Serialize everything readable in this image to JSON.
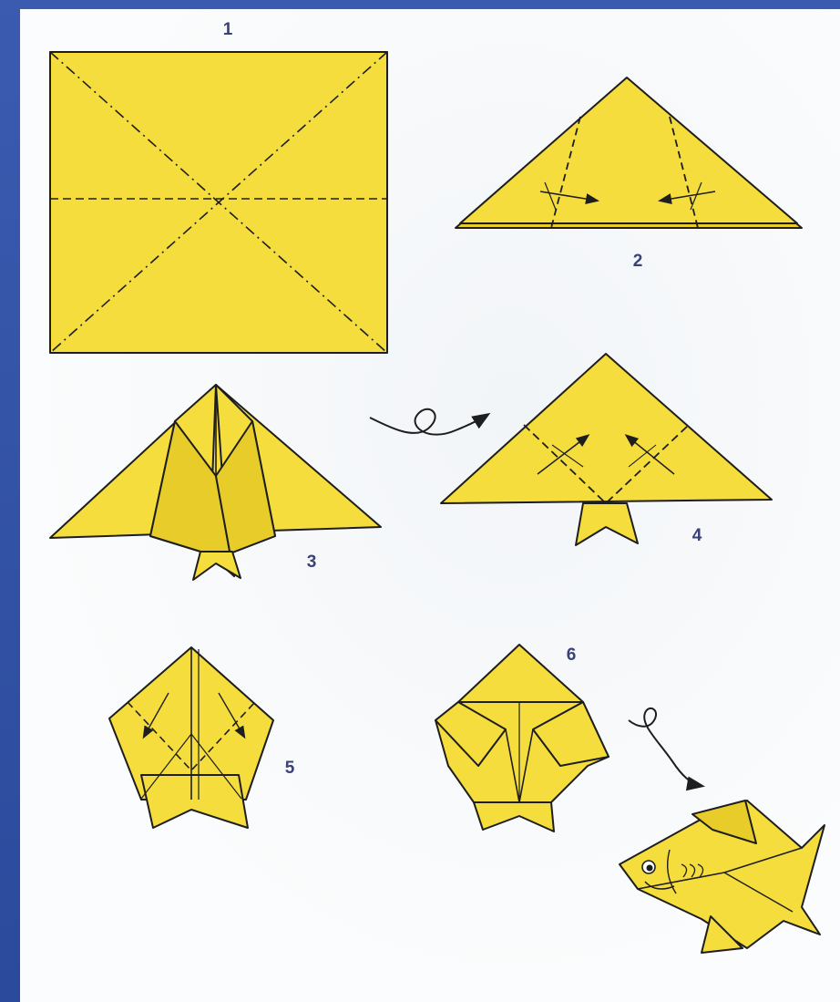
{
  "steps": [
    {
      "number": "1"
    },
    {
      "number": "2"
    },
    {
      "number": "3"
    },
    {
      "number": "4"
    },
    {
      "number": "5"
    },
    {
      "number": "6"
    }
  ],
  "colors": {
    "paper_fold": "#f4dd3c",
    "paper_fold_shade": "#e8cd2a",
    "outline": "#1e1e1e",
    "label": "#3a4178",
    "slide_frame": "#2c4a9c",
    "background": "#fbfcfd"
  },
  "icons": [
    "turn-over-arrow-icon",
    "fold-arrow-icon",
    "fish-eye-icon"
  ]
}
